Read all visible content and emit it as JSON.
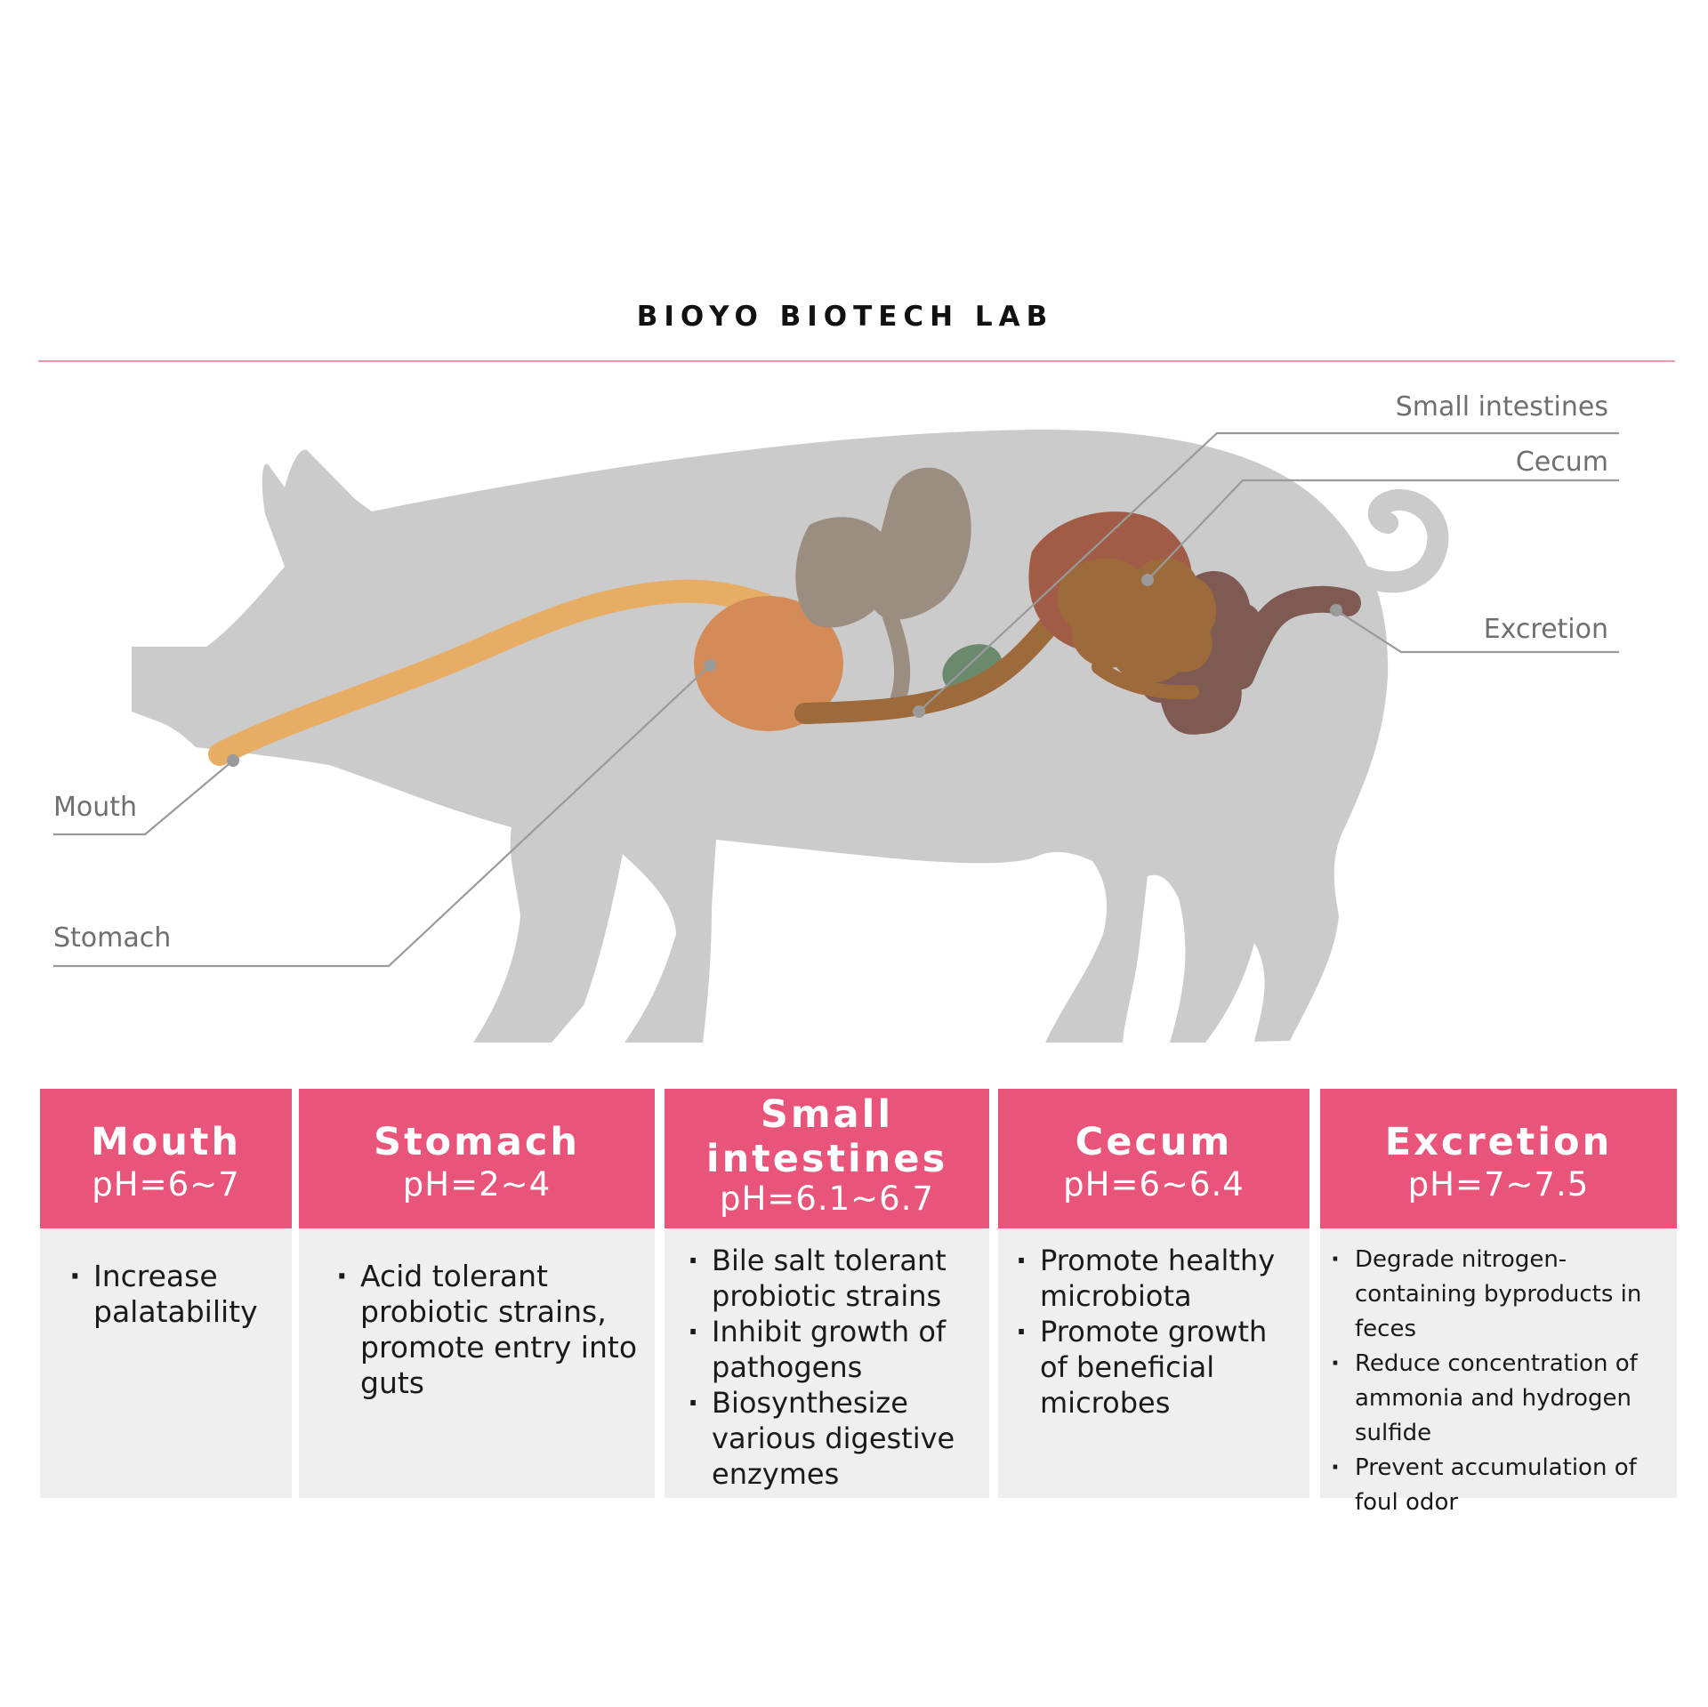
{
  "brand": {
    "title": "BIOYO BIOTECH LAB"
  },
  "callouts": {
    "mouth": "Mouth",
    "stomach": "Stomach",
    "small_intestines": "Small intestines",
    "cecum": "Cecum",
    "excretion": "Excretion"
  },
  "colors": {
    "accent": "#e9557a",
    "rule": "#ec9aa9",
    "pig_body": "#cbcbcb",
    "esophagus": "#e8ad65",
    "stomach": "#d48b58",
    "liver": "#9b8e80",
    "gallbladder": "#6b8a6d",
    "intestine": "#9d6a3c",
    "colon": "#a05c46",
    "large_intestine": "#7e5a53",
    "panel_bg": "#eeefee"
  },
  "table": [
    {
      "name": "Mouth",
      "ph": "pH=6~7",
      "items": [
        "Increase palatability"
      ]
    },
    {
      "name": "Stomach",
      "ph": "pH=2~4",
      "items": [
        "Acid tolerant probiotic strains, promote entry into guts"
      ]
    },
    {
      "name": "Small intestines",
      "ph": "pH=6.1~6.7",
      "items": [
        "Bile salt tolerant probiotic strains",
        "Inhibit growth of pathogens",
        "Biosynthesize various digestive enzymes"
      ]
    },
    {
      "name": "Cecum",
      "ph": "pH=6~6.4",
      "items": [
        "Promote healthy microbiota",
        "Promote growth of beneficial microbes"
      ]
    },
    {
      "name": "Excretion",
      "ph": "pH=7~7.5",
      "items": [
        "Degrade nitrogen-containing byproducts in feces",
        "Reduce concentration of ammonia and hydrogen sulfide",
        "Prevent accumulation of foul odor"
      ]
    }
  ]
}
